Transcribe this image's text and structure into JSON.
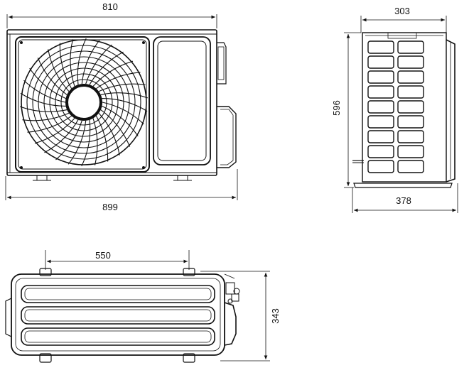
{
  "dimensions": {
    "front_width_top": "810",
    "front_width_bottom": "899",
    "side_depth_top": "303",
    "side_height": "596",
    "side_depth_bottom": "378",
    "top_mount_spacing": "550",
    "top_depth": "343"
  },
  "colors": {
    "line": "#111111",
    "background": "#ffffff"
  }
}
